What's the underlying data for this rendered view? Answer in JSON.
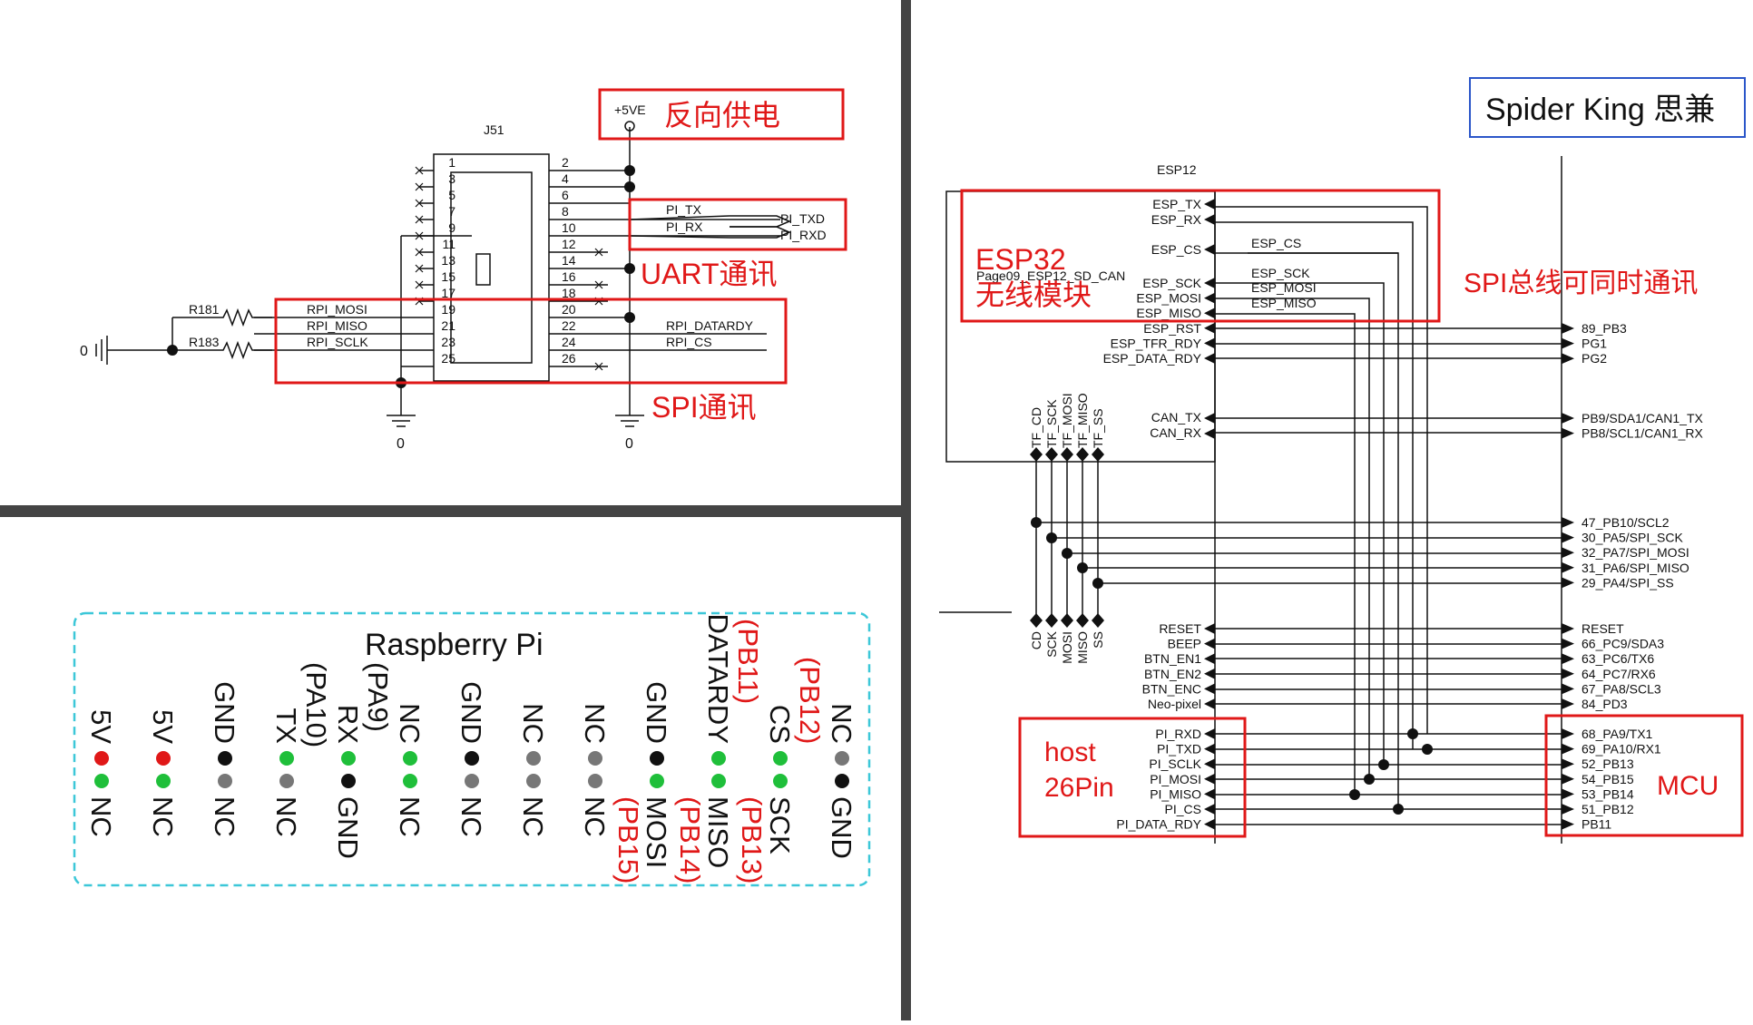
{
  "jetson": {
    "ref": "J51",
    "supply": "+5VE",
    "power_label": "反向供电",
    "uart_label": "UART通讯",
    "spi_label": "SPI通讯",
    "zero_left": "0",
    "gnd_left": "0",
    "gnd_right": "0",
    "res1": "R181",
    "res2": "R183",
    "left_pins": [
      "1",
      "3",
      "5",
      "7",
      "9",
      "11",
      "13",
      "15",
      "17",
      "19",
      "21",
      "23",
      "25"
    ],
    "right_pins": [
      "2",
      "4",
      "6",
      "8",
      "10",
      "12",
      "14",
      "16",
      "18",
      "20",
      "22",
      "24",
      "26"
    ],
    "rpi_left": [
      "RPI_MOSI",
      "RPI_MISO",
      "RPI_SCLK"
    ],
    "pi_tx": "PI_TX",
    "pi_rx": "PI_RX",
    "pi_txd": "PI_TXD",
    "pi_rxd": "PI_RXD",
    "rpi_datardy": "RPI_DATARDY",
    "rpi_cs": "RPI_CS"
  },
  "raspberry": {
    "title": "Raspberry Pi",
    "columns": [
      {
        "top": "5V",
        "top_sub": "",
        "top_color": "red",
        "bottom": "NC",
        "bottom_sub": "",
        "bottom_color": "green"
      },
      {
        "top": "5V",
        "top_sub": "",
        "top_color": "red",
        "bottom": "NC",
        "bottom_sub": "",
        "bottom_color": "green"
      },
      {
        "top": "GND",
        "top_sub": "",
        "top_color": "black",
        "bottom": "NC",
        "bottom_sub": "",
        "bottom_color": "gray"
      },
      {
        "top": "TX",
        "top_sub": "(PA10)",
        "top_color": "green",
        "bottom": "NC",
        "bottom_sub": "",
        "bottom_color": "gray"
      },
      {
        "top": "RX",
        "top_sub": "(PA9)",
        "top_color": "green",
        "bottom": "GND",
        "bottom_sub": "",
        "bottom_color": "black"
      },
      {
        "top": "NC",
        "top_sub": "",
        "top_color": "green",
        "bottom": "NC",
        "bottom_sub": "",
        "bottom_color": "green"
      },
      {
        "top": "GND",
        "top_sub": "",
        "top_color": "black",
        "bottom": "NC",
        "bottom_sub": "",
        "bottom_color": "gray"
      },
      {
        "top": "NC",
        "top_sub": "",
        "top_color": "gray",
        "bottom": "NC",
        "bottom_sub": "",
        "bottom_color": "gray"
      },
      {
        "top": "NC",
        "top_sub": "",
        "top_color": "gray",
        "bottom": "NC",
        "bottom_sub": "",
        "bottom_color": "gray"
      },
      {
        "top": "GND",
        "top_sub": "",
        "top_color": "black",
        "bottom": "MOSI",
        "bottom_sub": "(PB15)",
        "bottom_color": "green"
      },
      {
        "top": "DATARDY",
        "top_sub": "(PB11)",
        "top_color": "green",
        "bottom": "MISO",
        "bottom_sub": "(PB14)",
        "bottom_color": "green"
      },
      {
        "top": "CS",
        "top_sub": "(PB12)",
        "top_color": "green",
        "bottom": "SCK",
        "bottom_sub": "(PB13)",
        "bottom_color": "green"
      },
      {
        "top": "NC",
        "top_sub": "",
        "top_color": "gray",
        "bottom": "GND",
        "bottom_sub": "",
        "bottom_color": "black"
      }
    ]
  },
  "esp": {
    "brand": "Spider King 思兼",
    "ref": "ESP12",
    "block_title": "ESP32",
    "block_sub": "无线模块",
    "page": "Page09_ESP12_SD_CAN",
    "spi_bus_label": "SPI总线可同时通讯",
    "host_label": "host",
    "host_sub": "26Pin",
    "mcu_label": "MCU",
    "esp_pins_a": [
      "ESP_TX",
      "ESP_RX",
      "ESP_CS"
    ],
    "esp_pins_b": [
      "ESP_SCK",
      "ESP_MOSI",
      "ESP_MISO",
      "ESP_RST",
      "ESP_TFR_RDY",
      "ESP_DATA_RDY"
    ],
    "bus_labels": [
      "ESP_CS",
      "ESP_SCK",
      "ESP_MOSI",
      "ESP_MISO"
    ],
    "can_pins": [
      "CAN_TX",
      "CAN_RX"
    ],
    "tf_pins": [
      "TF_CD",
      "TF_SCK",
      "TF_MOSI",
      "TF_MISO",
      "TF_SS"
    ],
    "sd_pins": [
      "CD",
      "SCK",
      "MOSI",
      "MISO",
      "SS"
    ],
    "ctrl_pins": [
      "RESET",
      "BEEP",
      "BTN_EN1",
      "BTN_EN2",
      "BTN_ENC",
      "Neo-pixel"
    ],
    "pi_pins": [
      "PI_RXD",
      "PI_TXD",
      "PI_SCLK",
      "PI_MOSI",
      "PI_MISO",
      "PI_CS",
      "PI_DATA_RDY"
    ],
    "mcu_group1": [
      "89_PB3",
      "PG1",
      "PG2"
    ],
    "mcu_group2": [
      "PB9/SDA1/CAN1_TX",
      "PB8/SCL1/CAN1_RX"
    ],
    "mcu_group3": [
      "47_PB10/SCL2",
      "30_PA5/SPI_SCK",
      "32_PA7/SPI_MOSI",
      "31_PA6/SPI_MISO",
      "29_PA4/SPI_SS"
    ],
    "mcu_group4": [
      "RESET",
      "66_PC9/SDA3",
      "63_PC6/TX6",
      "64_PC7/RX6",
      "67_PA8/SCL3",
      "84_PD3"
    ],
    "mcu_group5": [
      "68_PA9/TX1",
      "69_PA10/RX1",
      "52_PB13",
      "54_PB15",
      "53_PB14",
      "51_PB12",
      "PB11"
    ]
  }
}
